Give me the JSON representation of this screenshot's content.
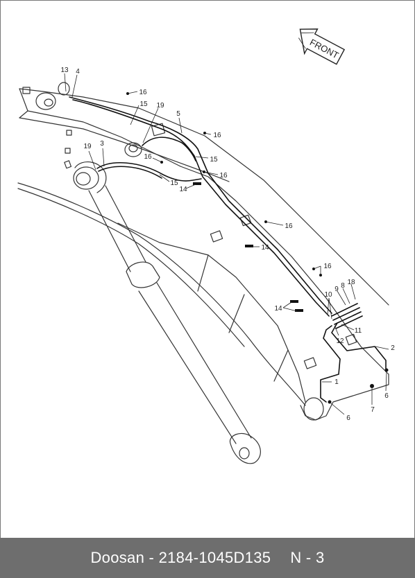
{
  "diagram": {
    "front_label": "FRONT",
    "callouts": [
      {
        "id": "13",
        "text": "13"
      },
      {
        "id": "4",
        "text": "4"
      },
      {
        "id": "16a",
        "text": "16"
      },
      {
        "id": "15a",
        "text": "15"
      },
      {
        "id": "19a",
        "text": "19"
      },
      {
        "id": "5",
        "text": "5"
      },
      {
        "id": "16b",
        "text": "16"
      },
      {
        "id": "19b",
        "text": "19"
      },
      {
        "id": "3",
        "text": "3"
      },
      {
        "id": "16c",
        "text": "16"
      },
      {
        "id": "15b",
        "text": "15"
      },
      {
        "id": "16d",
        "text": "16"
      },
      {
        "id": "15c",
        "text": "15"
      },
      {
        "id": "14a",
        "text": "14"
      },
      {
        "id": "16e",
        "text": "16"
      },
      {
        "id": "14b",
        "text": "14"
      },
      {
        "id": "16f",
        "text": "16"
      },
      {
        "id": "9",
        "text": "9"
      },
      {
        "id": "8",
        "text": "8"
      },
      {
        "id": "18",
        "text": "18"
      },
      {
        "id": "10",
        "text": "10"
      },
      {
        "id": "14c",
        "text": "14"
      },
      {
        "id": "11",
        "text": "11"
      },
      {
        "id": "12",
        "text": "12"
      },
      {
        "id": "2",
        "text": "2"
      },
      {
        "id": "1",
        "text": "1"
      },
      {
        "id": "6a",
        "text": "6"
      },
      {
        "id": "6b",
        "text": "6"
      },
      {
        "id": "7",
        "text": "7"
      }
    ]
  },
  "footer": {
    "brand": "Doosan",
    "separator": "-",
    "part_number": "2184-1045D135",
    "page_code": "N - 3"
  }
}
